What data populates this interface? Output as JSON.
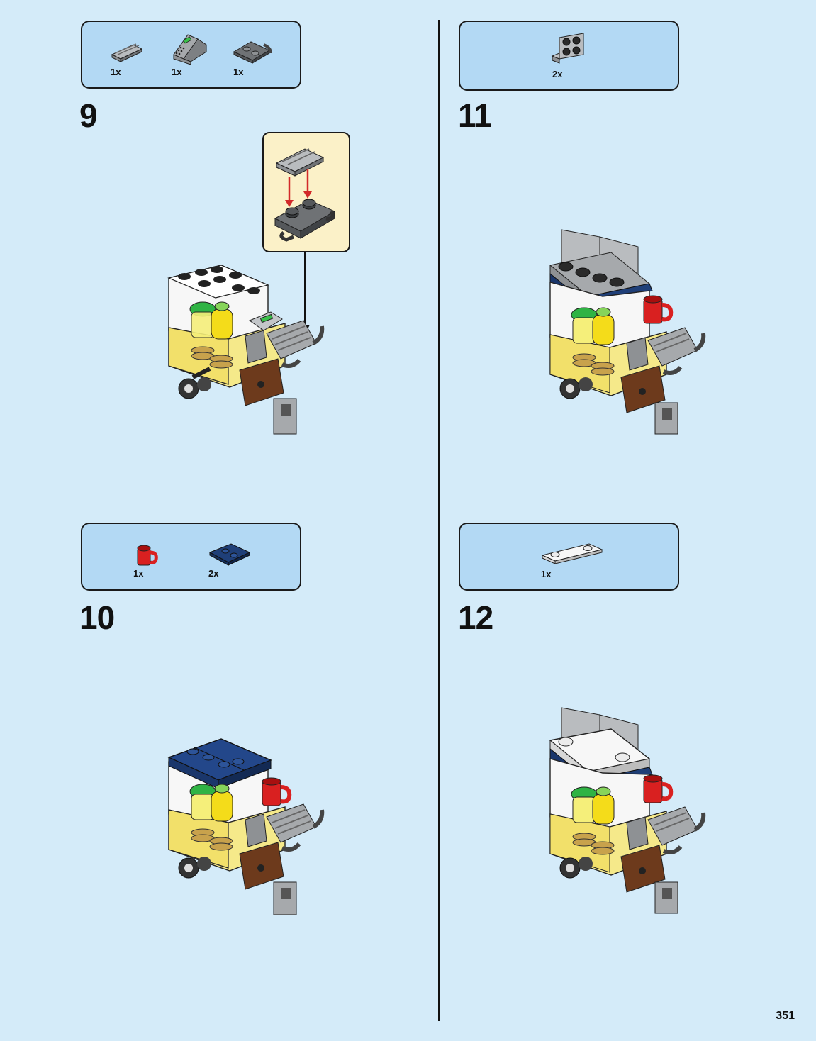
{
  "page_number": "351",
  "steps": [
    {
      "number": "9",
      "parts": [
        {
          "icon": "grille-plate-icon",
          "qty": "1x"
        },
        {
          "icon": "computer-slope-icon",
          "qty": "1x"
        },
        {
          "icon": "handle-plate-icon",
          "qty": "1x"
        }
      ]
    },
    {
      "number": "10",
      "parts": [
        {
          "icon": "red-cup-icon",
          "qty": "1x"
        },
        {
          "icon": "blue-tile-icon",
          "qty": "2x"
        }
      ]
    },
    {
      "number": "11",
      "parts": [
        {
          "icon": "bracket-plate-icon",
          "qty": "2x"
        }
      ]
    },
    {
      "number": "12",
      "parts": [
        {
          "icon": "white-jumper-plate-icon",
          "qty": "1x"
        }
      ]
    }
  ],
  "colors": {
    "background": "#d4ebf9",
    "parts_box": "#b3d9f4",
    "callout": "#fbf1c8",
    "arrow_red": "#d22a2a"
  }
}
